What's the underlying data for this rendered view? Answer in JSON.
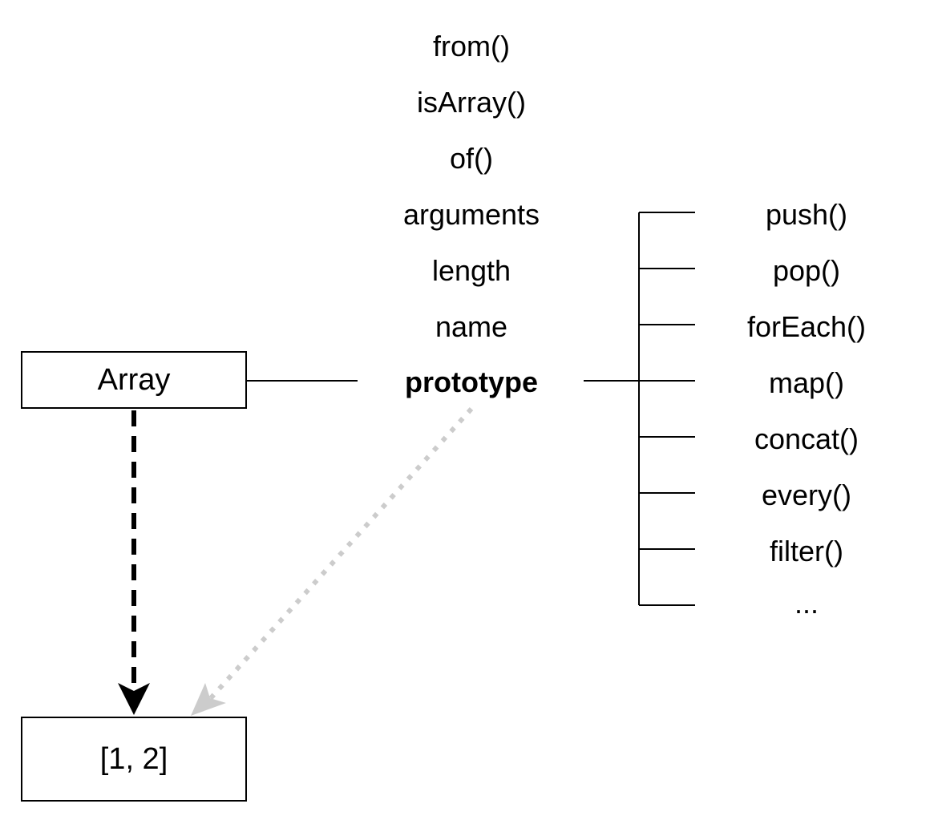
{
  "nodes": {
    "array": "Array",
    "instance": "[1, 2]"
  },
  "static_members": [
    "from()",
    "isArray()",
    "of()",
    "arguments",
    "length",
    "name"
  ],
  "prototype_label": "prototype",
  "prototype_methods": [
    "push()",
    "pop()",
    "forEach()",
    "map()",
    "concat()",
    "every()",
    "filter()",
    "..."
  ],
  "colors": {
    "line": "#000000",
    "prototype_link": "#cccccc"
  }
}
